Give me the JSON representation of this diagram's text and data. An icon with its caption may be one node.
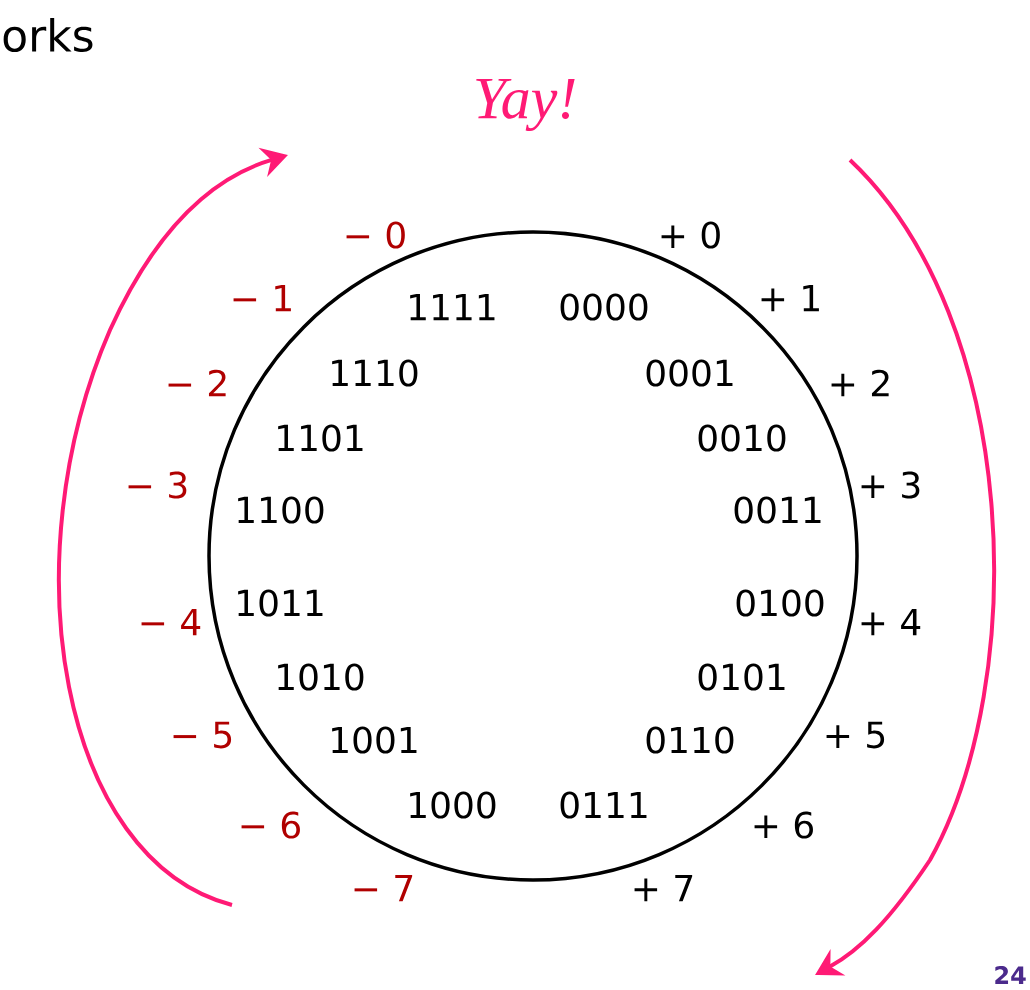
{
  "diagram": {
    "labels": [
      "orks",
      "Yay!",
      "+ 0",
      "+ 1",
      "+ 2",
      "+ 3",
      "+ 4",
      "+ 5",
      "+ 6",
      "+ 7",
      "0000",
      "0001",
      "0010",
      "0011",
      "0100",
      "0101",
      "0110",
      "0111",
      "− 0",
      "− 1",
      "− 2",
      "− 3",
      "− 4",
      "− 5",
      "− 6",
      "− 7",
      "1111",
      "1110",
      "1101",
      "1100",
      "1011",
      "1010",
      "1001",
      "1000",
      "24"
    ]
  }
}
